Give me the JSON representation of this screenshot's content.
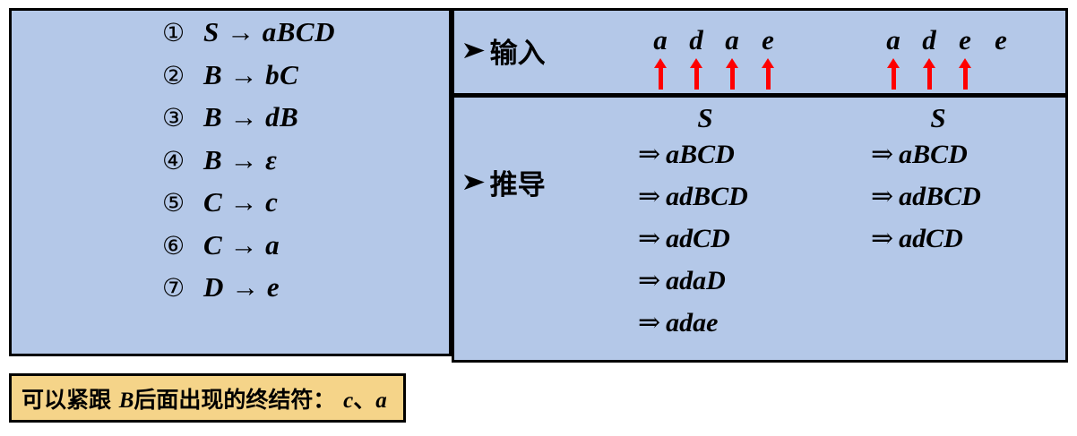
{
  "grammar": {
    "rules": [
      {
        "num": "①",
        "body": "S → aBCD"
      },
      {
        "num": "②",
        "body": "B → bC"
      },
      {
        "num": "③",
        "body": "B → dB"
      },
      {
        "num": "④",
        "body": "B → ε"
      },
      {
        "num": "⑤",
        "body": "C → c"
      },
      {
        "num": "⑥",
        "body": "C → a"
      },
      {
        "num": "⑦",
        "body": "D → e"
      }
    ]
  },
  "trace": {
    "input_label": "输入",
    "deriv_label": "推导",
    "bullet": "➤",
    "inputs": [
      {
        "letters": [
          "a",
          "d",
          "a",
          "e"
        ],
        "pointers": [
          true,
          true,
          true,
          true
        ]
      },
      {
        "letters": [
          "a",
          "d",
          "e",
          "e"
        ],
        "pointers": [
          true,
          true,
          true,
          false
        ]
      }
    ],
    "derivations": [
      {
        "start": "S",
        "steps": [
          "aBCD",
          "adBCD",
          "adCD",
          "adaD",
          "adae"
        ]
      },
      {
        "start": "S",
        "steps": [
          "aBCD",
          "adBCD",
          "adCD"
        ]
      }
    ],
    "derivation_arrow": "⇒"
  },
  "note": {
    "prefix": "可以紧跟 ",
    "symbol": "B",
    "middle": "后面出现的终结符： ",
    "terminal_1": "c",
    "separator": "、",
    "terminal_2": "a"
  },
  "colors": {
    "panel_fill": "#b4c8e8",
    "note_fill": "#f5d489",
    "pointer": "#ff0000",
    "border": "#000000"
  }
}
